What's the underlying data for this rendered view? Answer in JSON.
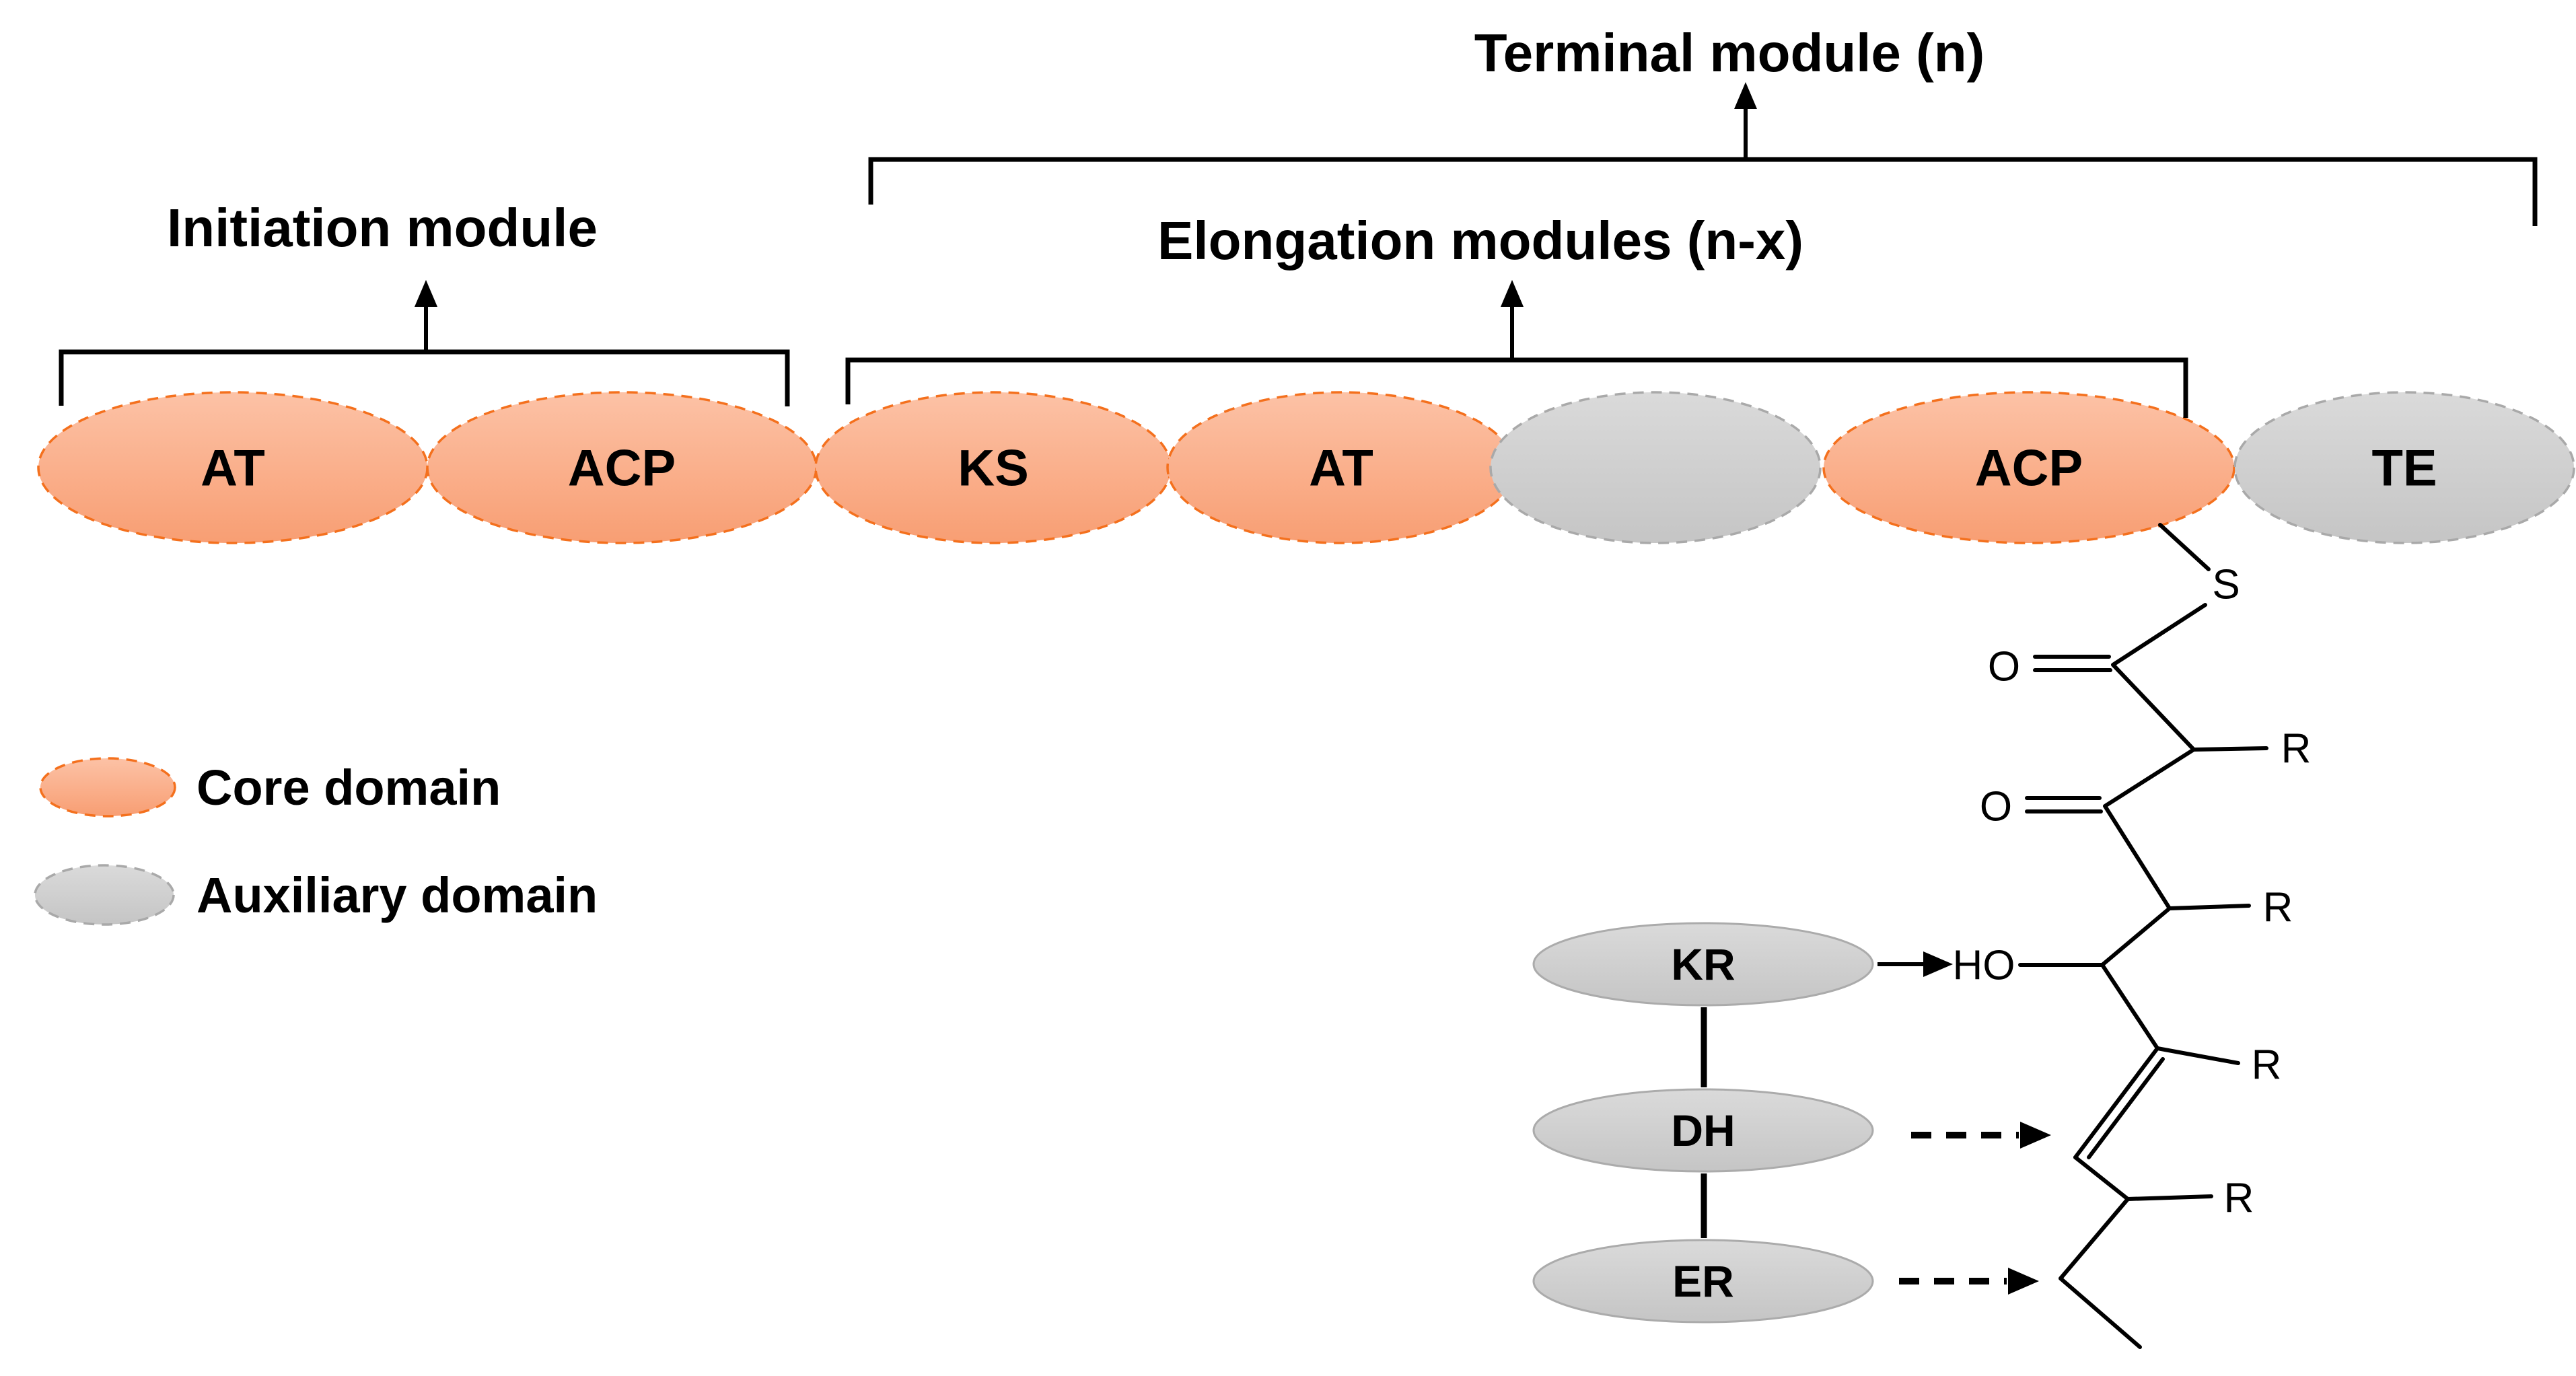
{
  "titles": {
    "terminal_module": "Terminal module (n)",
    "elongation_modules": "Elongation modules (n-x)",
    "initiation_module": "Initiation module"
  },
  "initiation_domains": [
    {
      "label": "AT",
      "type": "core"
    },
    {
      "label": "ACP",
      "type": "core"
    }
  ],
  "elongation_domains": [
    {
      "label": "KS",
      "type": "core"
    },
    {
      "label": "AT",
      "type": "core"
    },
    {
      "label": "",
      "type": "auxiliary"
    },
    {
      "label": "ACP",
      "type": "core"
    }
  ],
  "terminal_domain": {
    "label": "TE",
    "type": "auxiliary"
  },
  "tailoring_domains": [
    {
      "label": "KR",
      "arrow": "solid"
    },
    {
      "label": "DH",
      "arrow": "dashed"
    },
    {
      "label": "ER",
      "arrow": "dashed"
    }
  ],
  "legend": [
    {
      "label": "Core domain",
      "type": "core"
    },
    {
      "label": "Auxiliary domain",
      "type": "auxiliary"
    }
  ],
  "chemical_structure": {
    "thioester_sulfur": "S",
    "carbonyl_oxygen_1": "O",
    "carbonyl_oxygen_2": "O",
    "hydroxyl": "HO",
    "r_groups": [
      "R",
      "R",
      "R",
      "R"
    ]
  },
  "colors": {
    "core_fill_top": "#FCC2A6",
    "core_fill_bottom": "#F89E73",
    "core_border": "#F4701D",
    "auxiliary_fill_top": "#DADADA",
    "auxiliary_fill_bottom": "#C5C5C5",
    "auxiliary_border": "#A9A9A9",
    "text": "#000000",
    "background": "#FFFFFF"
  }
}
